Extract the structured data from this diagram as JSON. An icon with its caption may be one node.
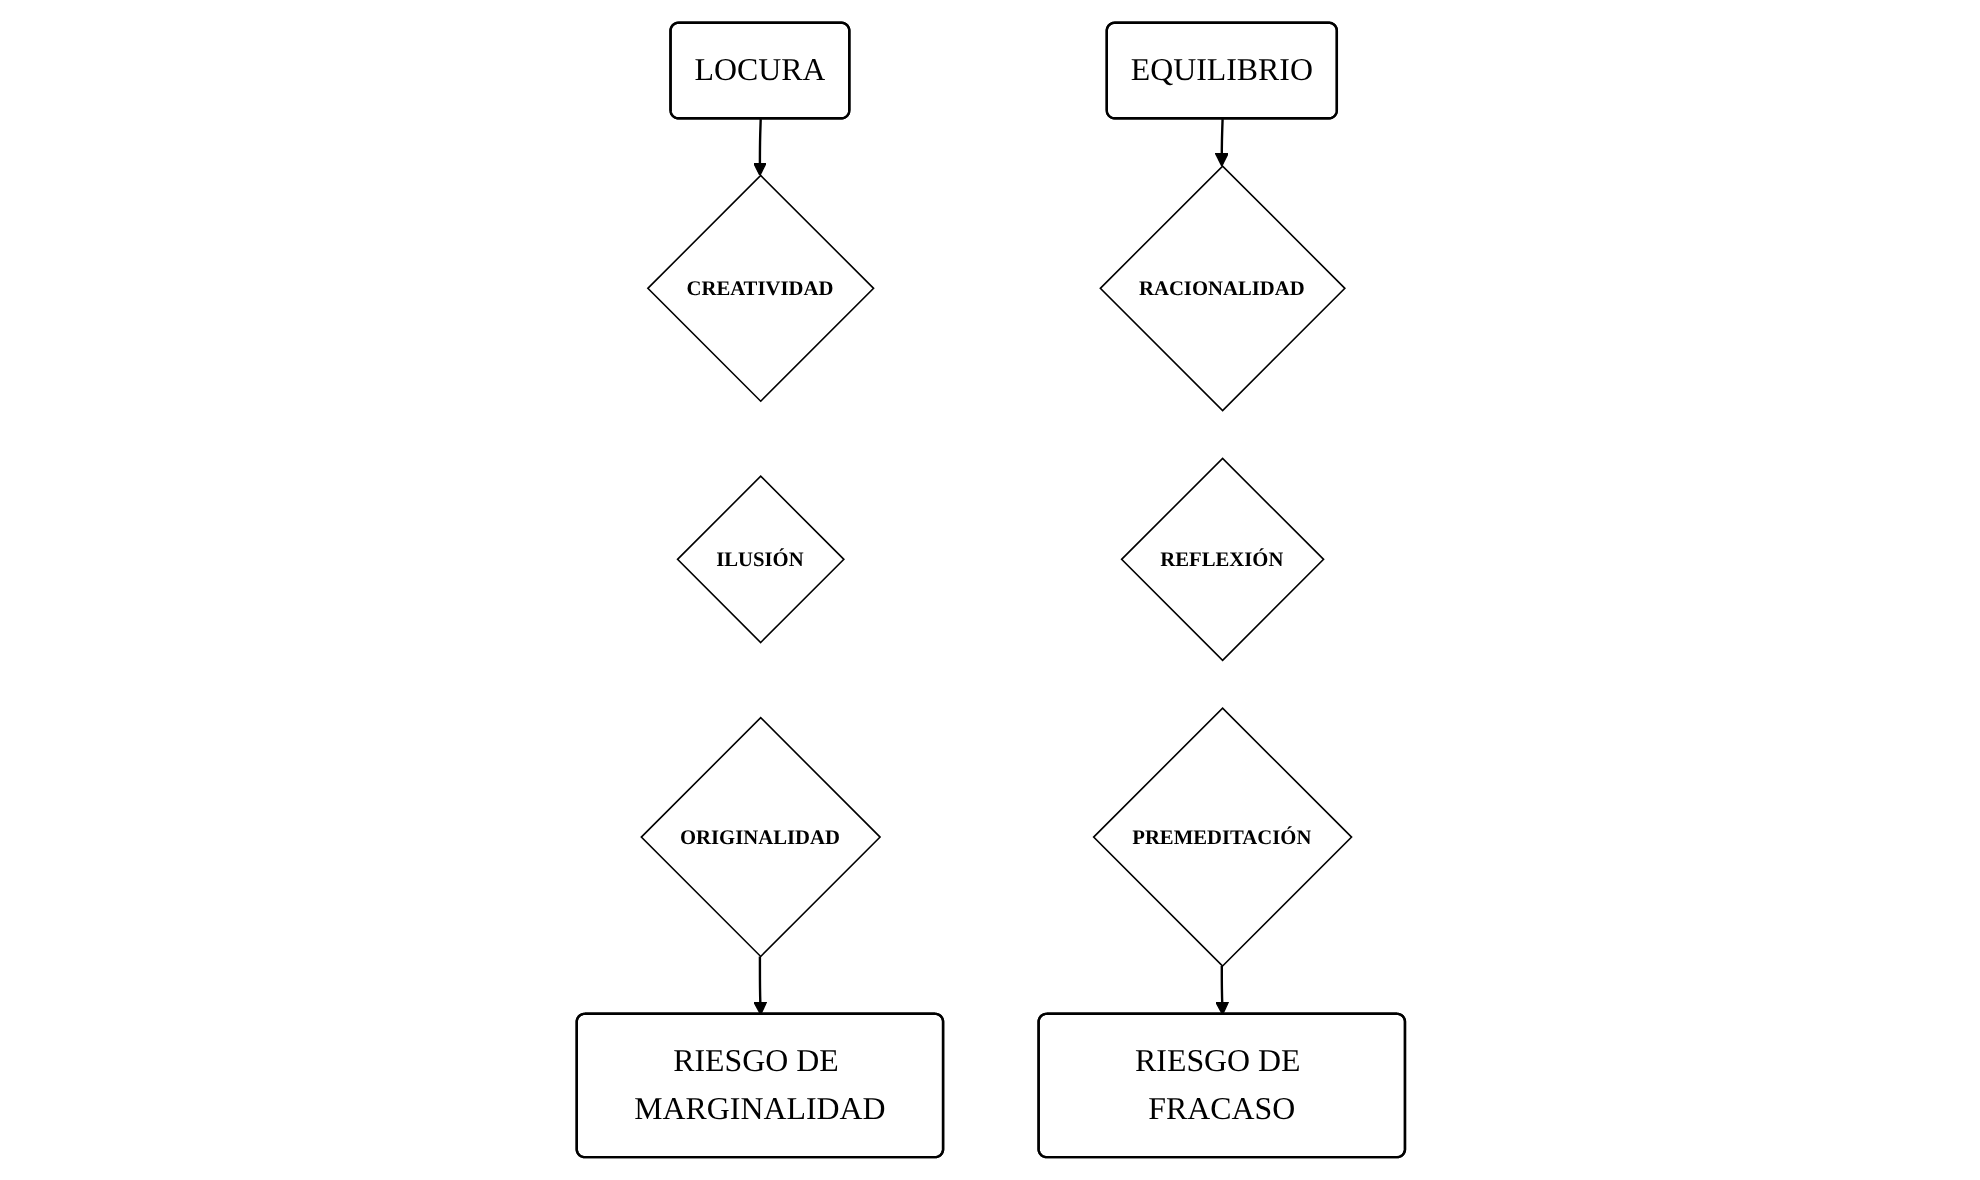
{
  "diagram": {
    "nodes": [
      {
        "text": [
          "LOCURA"
        ]
      },
      {
        "text": [
          "CREATIVIDAD"
        ]
      },
      {
        "text": [
          "ILUSIÓN"
        ]
      },
      {
        "text": [
          "ORIGINALIDAD"
        ]
      },
      {
        "text": [
          "RIESGO DE MARGINALIDAD"
        ]
      },
      {
        "text": [
          "RIESGO DE FRACASO"
        ]
      },
      {
        "text": [
          "PREMEDITACIÓN"
        ]
      },
      {
        "text": [
          "REFLEXIÓN"
        ]
      },
      {
        "text": [
          "RACIONALIDAD"
        ]
      },
      {
        "text": [
          "EQUILIBRIO"
        ]
      }
    ],
    "edges": [
      {
        "from": 0,
        "to": 1,
        "arrow": "to"
      },
      {
        "from": 3,
        "to": 4,
        "arrow": "to"
      },
      {
        "from": 6,
        "to": 5,
        "arrow": "to"
      },
      {
        "from": 9,
        "to": 8,
        "arrow": "to"
      }
    ]
  }
}
